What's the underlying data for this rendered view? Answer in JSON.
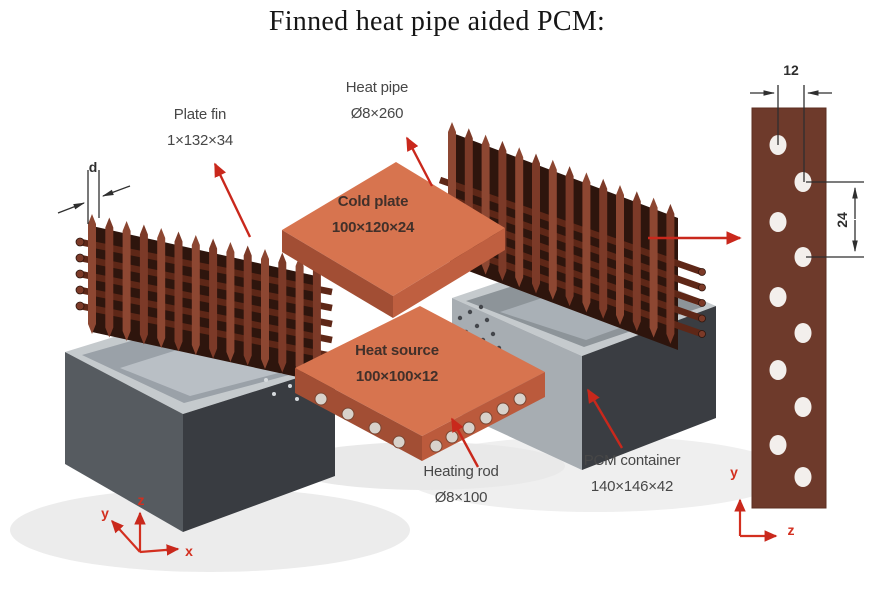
{
  "title": "Finned heat pipe aided PCM:",
  "components": {
    "plate_fin": {
      "name": "Plate fin",
      "dims": "1×132×34"
    },
    "heat_pipe": {
      "name": "Heat pipe",
      "dims": "Ø8×260"
    },
    "cold_plate": {
      "name": "Cold plate",
      "dims": "100×120×24"
    },
    "heat_source": {
      "name": "Heat source",
      "dims": "100×100×12"
    },
    "heating_rod": {
      "name": "Heating rod",
      "dims": "Ø8×100"
    },
    "pcm_container": {
      "name": "PCM container",
      "dims": "140×146×42"
    }
  },
  "dimensions": {
    "fin_gap": "d",
    "hole_pitch_horizontal": "12",
    "hole_pitch_vertical": "24"
  },
  "axes": {
    "main": {
      "x": "x",
      "y": "y",
      "z": "z"
    },
    "fin_detail": {
      "y": "y",
      "z": "z"
    }
  },
  "colors": {
    "copper": "#8d4732",
    "copper_alt": "#7c3a28",
    "copper_dark": "#5e2717",
    "stack_shadow": "#2e150d",
    "plate_orange": "#d7744f",
    "plate_band_dark": "#a24e34",
    "plate_band_mid": "#bf5f40",
    "container_rim": "#c5cacd",
    "container_dark": "#393c41",
    "container_mid": "#565b60",
    "container_light": "#a7adb2",
    "container_inner": "#9aa1a8",
    "fin_strip_brown": "#6e3a2b",
    "hole_white": "#f3efec",
    "rod_hole": "#d8d2cb",
    "arrow_red": "#c9281c",
    "dimension_black": "#2f2f2f",
    "label_text": "#474747"
  }
}
